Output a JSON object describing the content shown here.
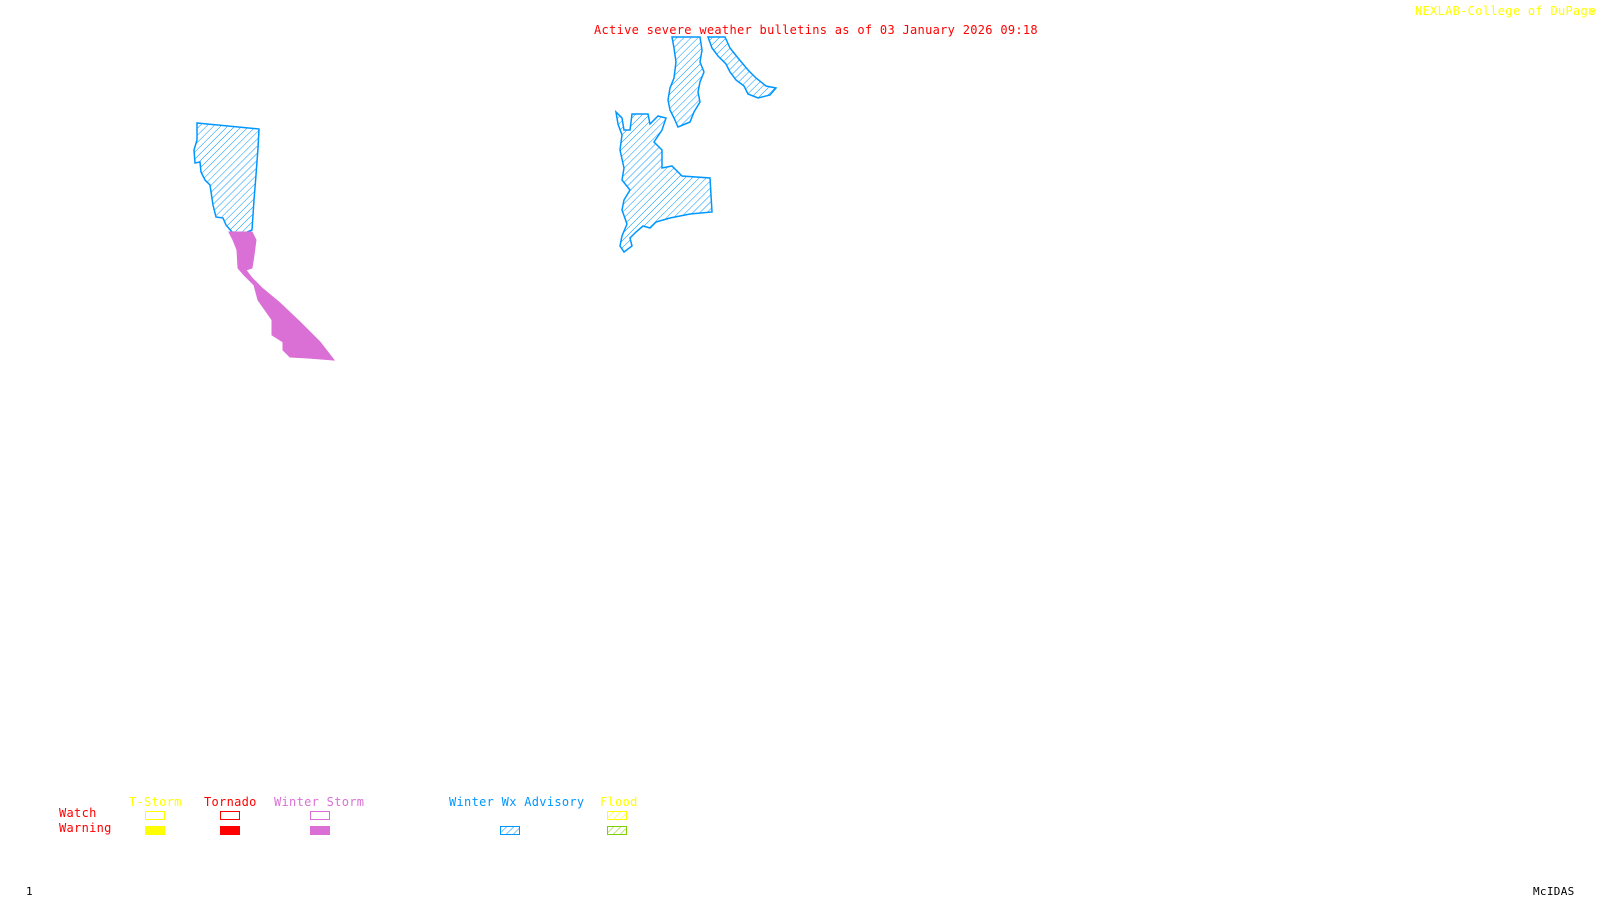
{
  "header": {
    "title": "Active severe weather bulletins as of 03 January 2026 09:18",
    "credit": "NEXLAB-College of DuPage",
    "credit_icon": "diagonal-arrow-logo-icon"
  },
  "footer": {
    "frame_number": "1",
    "software": "McIDAS"
  },
  "colors": {
    "title": "#ff0000",
    "credit": "#ffff00",
    "tstorm": "#ffff00",
    "tornado": "#ff0000",
    "winter_storm": "#da70d6",
    "winter_wx_advisory": "#0096ff",
    "flood_watch": "#ffff00",
    "flood_warning": "#7fd000",
    "footer_text": "#000000"
  },
  "legend": {
    "row_labels": {
      "watch": "Watch",
      "warning": "Warning"
    },
    "columns": [
      {
        "id": "tstorm",
        "label": "T-Storm",
        "watch": "outline",
        "warning": "solid"
      },
      {
        "id": "tornado",
        "label": "Tornado",
        "watch": "outline",
        "warning": "solid"
      },
      {
        "id": "winter-storm",
        "label": "Winter Storm",
        "watch": "outline",
        "warning": "solid"
      },
      {
        "id": "winter-wx-advisory",
        "label": "Winter Wx Advisory",
        "watch": "none",
        "warning": "hatched"
      },
      {
        "id": "flood",
        "label": "Flood",
        "watch": "hatched",
        "warning": "hatched"
      }
    ]
  },
  "map": {
    "regions": [
      {
        "id": "advisory-northwest",
        "type": "Winter Wx Advisory",
        "style": "hatched"
      },
      {
        "id": "winter-storm-warning-southwest",
        "type": "Winter Storm Warning",
        "style": "solid"
      },
      {
        "id": "advisory-north-central",
        "type": "Winter Wx Advisory",
        "style": "hatched"
      },
      {
        "id": "advisory-northeast-band",
        "type": "Winter Wx Advisory",
        "style": "hatched"
      },
      {
        "id": "advisory-central",
        "type": "Winter Wx Advisory",
        "style": "hatched"
      }
    ]
  }
}
